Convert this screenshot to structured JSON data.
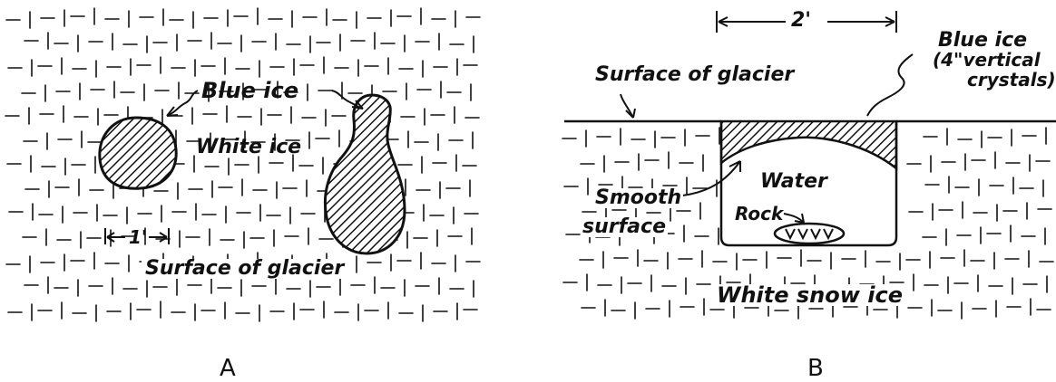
{
  "panel_a": {
    "caption": "A",
    "labels": {
      "blue_ice": "Blue ice",
      "white_ice": "White ice",
      "scale": "1'",
      "surface": "Surface of glacier"
    }
  },
  "panel_b": {
    "caption": "B",
    "labels": {
      "width": "2'",
      "surface": "Surface of glacier",
      "blue_ice_line1": "Blue ice",
      "blue_ice_line2": "(4\"vertical",
      "blue_ice_line3": "crystals)",
      "water": "Water",
      "smooth_line1": "Smooth",
      "smooth_line2": "surface",
      "rock": "Rock",
      "snow_ice": "White snow ice"
    }
  },
  "colors": {
    "ink": "#111111",
    "paper": "#ffffff"
  }
}
